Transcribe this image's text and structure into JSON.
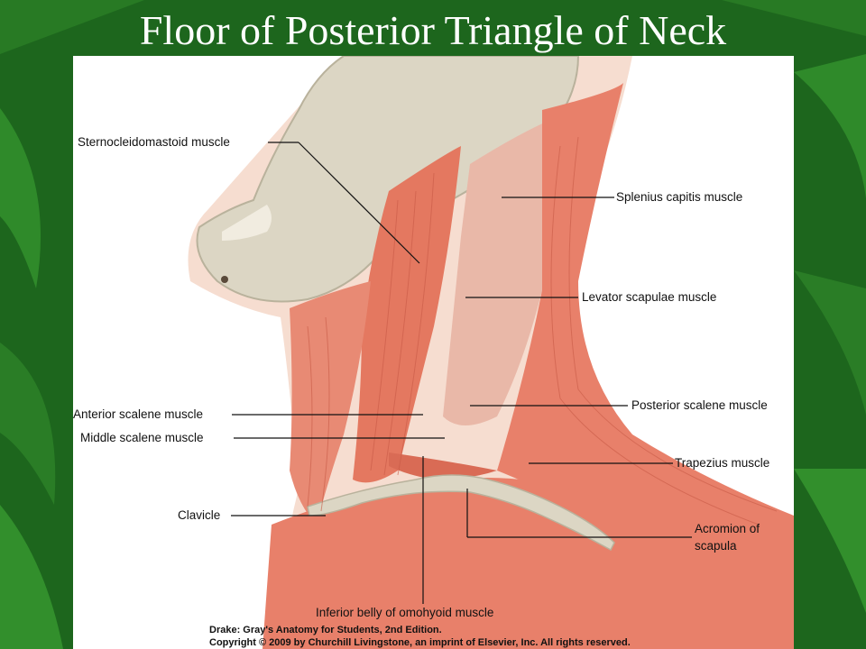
{
  "slide": {
    "title": "Floor of Posterior Triangle of Neck"
  },
  "labels": {
    "sternocleidomastoid": "Sternocleidomastoid muscle",
    "splenius_capitis": "Splenius capitis muscle",
    "levator_scapulae": "Levator scapulae muscle",
    "posterior_scalene": "Posterior scalene muscle",
    "anterior_scalene": "Anterior scalene muscle",
    "middle_scalene": "Middle scalene muscle",
    "trapezius": "Trapezius muscle",
    "clavicle": "Clavicle",
    "acromion_line1": "Acromion of",
    "acromion_line2": "scapula",
    "omohyoid": "Inferior belly of omohyoid muscle"
  },
  "credits": {
    "line1": "Drake: Gray's Anatomy for Students, 2nd Edition.",
    "line2": "Copyright © 2009 by Churchill Livingstone, an imprint of Elsevier, Inc. All rights reserved."
  },
  "colors": {
    "background_green": "#1f6b1f",
    "muscle": "#e8806a",
    "bone": "#dcd6c4"
  }
}
